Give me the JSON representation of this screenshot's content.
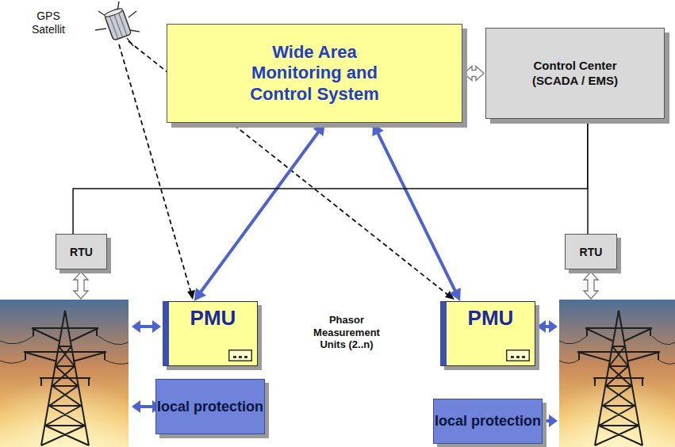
{
  "diagram": {
    "nodes": [
      {
        "text": [
          "Wide Area Monitoring and Control System"
        ]
      },
      {
        "text": [
          "Control Center (SCADA / EMS)"
        ]
      },
      {
        "text": [
          "RTU"
        ]
      },
      {
        "text": [
          "RTU"
        ]
      },
      {
        "text": [
          "PMU"
        ]
      },
      {
        "text": [
          "PMU"
        ]
      },
      {
        "text": [
          "local protection"
        ]
      },
      {
        "text": [
          "local protection"
        ]
      }
    ],
    "edges": [
      {
        "from": 0,
        "to": 1,
        "arrow": "both"
      },
      {
        "from": 0,
        "to": 4,
        "arrow": "both"
      },
      {
        "from": 0,
        "to": 5,
        "arrow": "both"
      },
      {
        "from": 1,
        "to": 2,
        "arrow": "none"
      },
      {
        "from": 1,
        "to": 3,
        "arrow": "none"
      }
    ],
    "labels": [
      "GPS Satellit",
      "Phasor Measurement Units (2..n)"
    ]
  }
}
